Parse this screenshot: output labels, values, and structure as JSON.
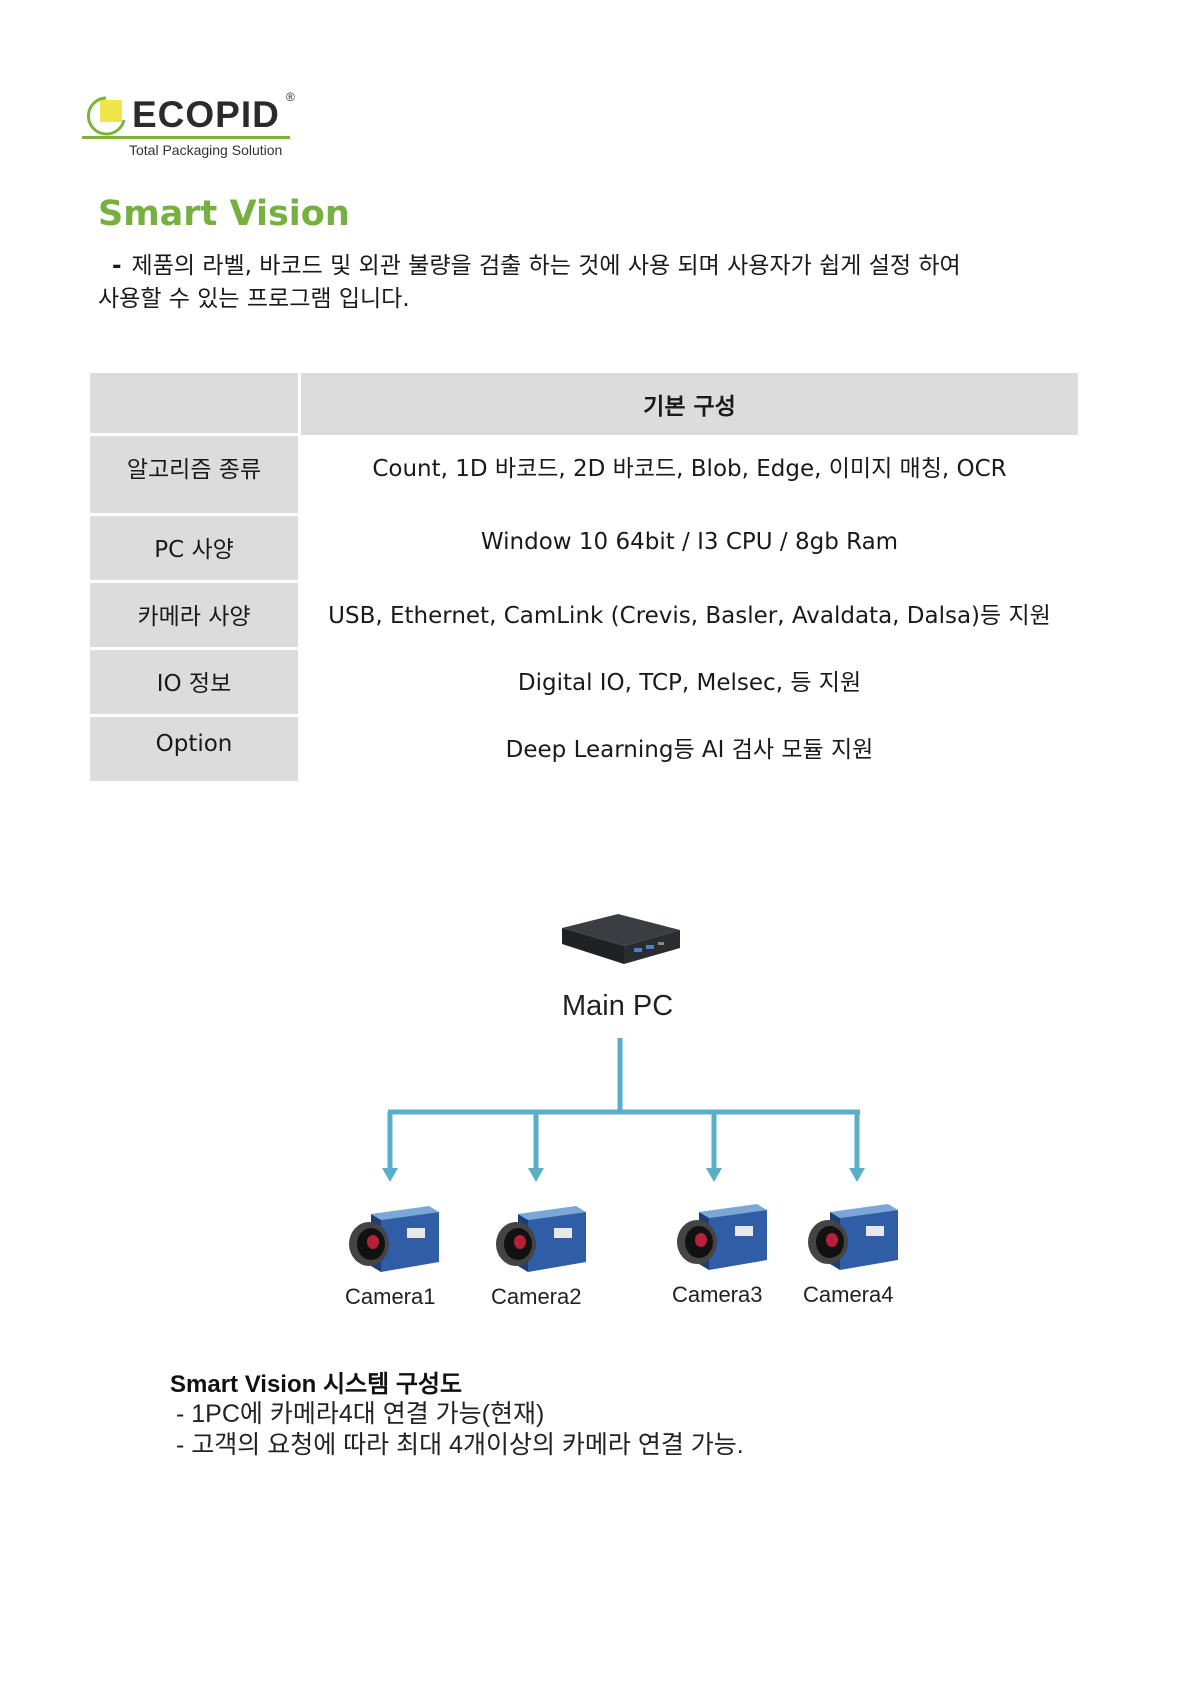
{
  "logo": {
    "word": "ECOPID",
    "registered": "®",
    "tagline": "Total Packaging Solution"
  },
  "title": "Smart Vision",
  "intro": {
    "dash": "-",
    "line1": "제품의 라벨, 바코드 및 외관 불량을 검출 하는 것에 사용 되며 사용자가 쉽게 설정 하여",
    "line2": "사용할 수 있는 프로그램 입니다."
  },
  "spec_table": {
    "header": "기본 구성",
    "rows": [
      {
        "key": "알고리즘 종류",
        "value": "Count, 1D 바코드, 2D 바코드, Blob, Edge, 이미지 매칭, OCR"
      },
      {
        "key": "PC 사양",
        "value": "Window 10 64bit / I3 CPU / 8gb Ram"
      },
      {
        "key": "카메라 사양",
        "value": "USB, Ethernet, CamLink (Crevis, Basler, Avaldata, Dalsa)등 지원"
      },
      {
        "key": "IO 정보",
        "value": "Digital IO, TCP, Melsec, 등 지원"
      },
      {
        "key": "Option",
        "value": "Deep Learning등 AI 검사 모듈 지원"
      }
    ]
  },
  "diagram": {
    "main_pc": "Main PC",
    "cameras": [
      "Camera1",
      "Camera2",
      "Camera3",
      "Camera4"
    ],
    "connector_color": "#5aaec7"
  },
  "system": {
    "title": "Smart Vision 시스템 구성도",
    "line1": "- 1PC에 카메라4대 연결 가능(현재)",
    "line2": "- 고객의 요청에 따라 최대 4개이상의 카메라 연결 가능."
  },
  "colors": {
    "title_green": "#76b041",
    "table_gray": "#dcdcdc"
  }
}
